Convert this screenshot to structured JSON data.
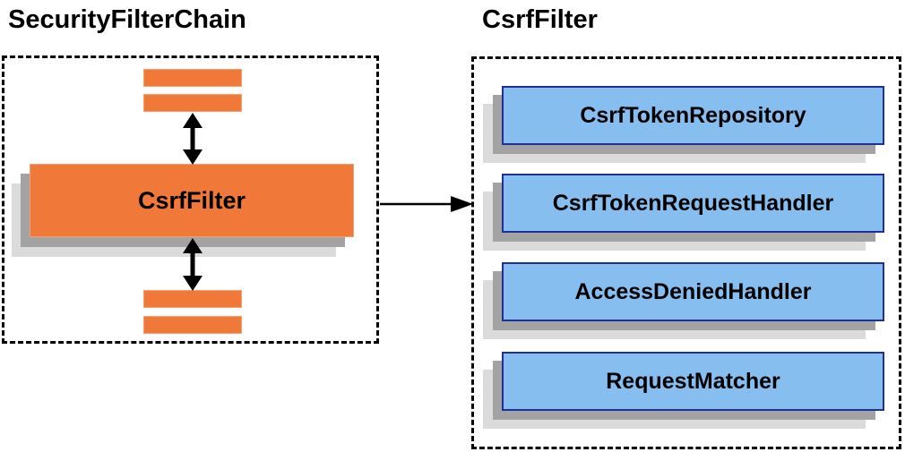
{
  "diagram": {
    "left_panel": {
      "title": "SecurityFilterChain",
      "csrf_filter_label": "CsrfFilter"
    },
    "right_panel": {
      "title": "CsrfFilter",
      "components": [
        "CsrfTokenRepository",
        "CsrfTokenRequestHandler",
        "AccessDeniedHandler",
        "RequestMatcher"
      ]
    },
    "colors": {
      "orange": "#F0793A",
      "blue_fill": "#87BEF0",
      "blue_border": "#1F2F9C",
      "shadow_dark": "#A3A3A3",
      "shadow_light": "#DBDBDB",
      "arrow": "#000000"
    }
  }
}
